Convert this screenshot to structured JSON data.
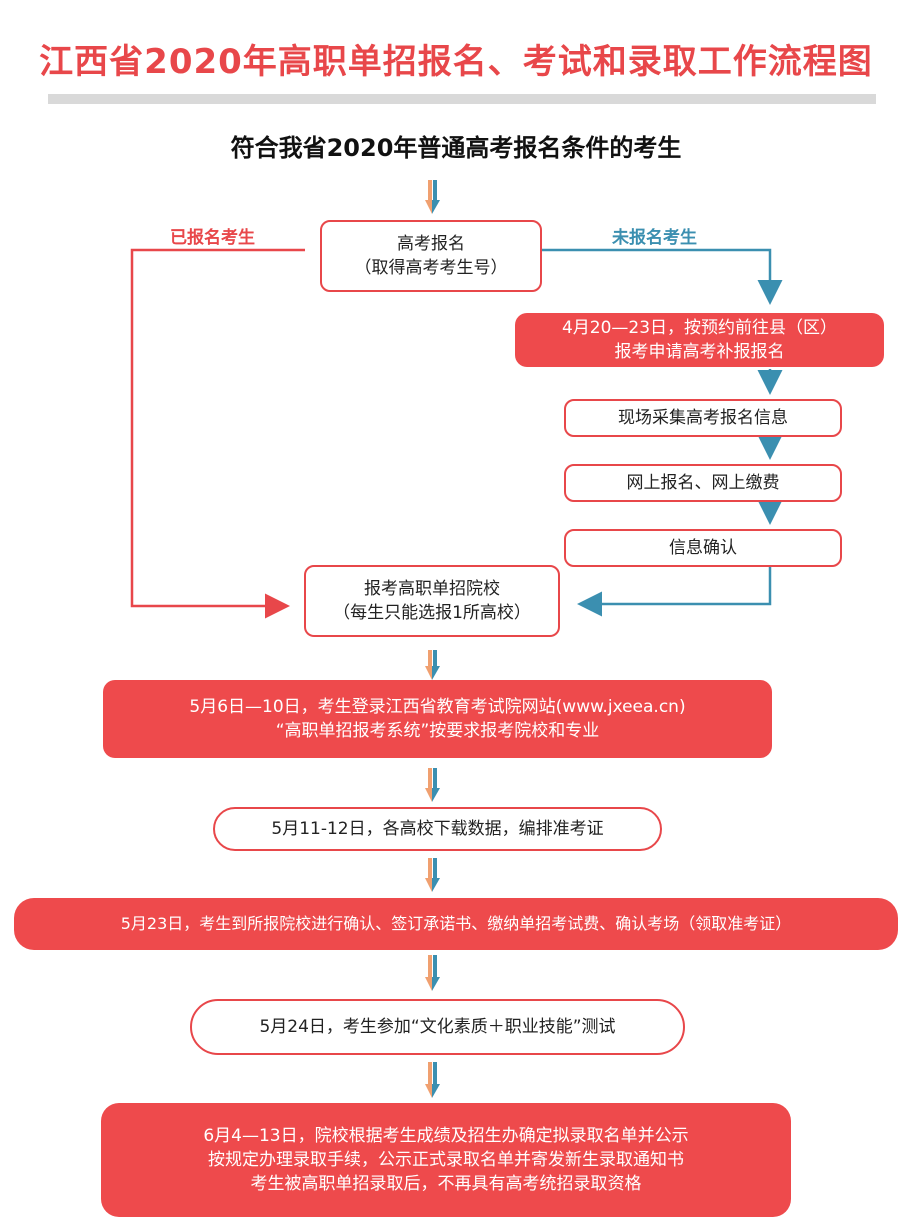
{
  "title": "江西省2020年高职单招报名、考试和录取工作流程图",
  "subtitle": "符合我省2020年普通高考报名条件的考生",
  "branch_labels": {
    "registered": "已报名考生",
    "unregistered": "未报名考生"
  },
  "steps": {
    "gaokao_register": {
      "line1": "高考报名",
      "line2": "（取得高考考生号）"
    },
    "supplement": {
      "line1": "4月20—23日，按预约前往县（区）",
      "line2": "报考申请高考补报报名"
    },
    "collect_info": {
      "line1": "现场采集高考报名信息"
    },
    "online_pay": {
      "line1": "网上报名、网上缴费"
    },
    "confirm_info": {
      "line1": "信息确认"
    },
    "apply_school": {
      "line1": "报考高职单招院校",
      "line2": "（每生只能选报1所高校）"
    },
    "may6": {
      "line1": "5月6日—10日，考生登录江西省教育考试院网站(www.jxeea.cn)",
      "line2": "“高职单招报考系统”按要求报考院校和专业"
    },
    "may11": {
      "line1": "5月11-12日，各高校下载数据，编排准考证"
    },
    "may23": {
      "line1": "5月23日，考生到所报院校进行确认、签订承诺书、缴纳单招考试费、确认考场（领取准考证）"
    },
    "may24": {
      "line1": "5月24日，考生参加“文化素质＋职业技能”测试"
    },
    "june4": {
      "line1": "6月4—13日，院校根据考生成绩及招生办确定拟录取名单并公示",
      "line2": "按规定办理录取手续，公示正式录取名单并寄发新生录取通知书",
      "line3": "考生被高职单招录取后，不再具有高考统招录取资格"
    }
  },
  "colors": {
    "accent_red": "#e8474a",
    "box_fill": "#ee4a4c",
    "flow_blue": "#3b8fb0",
    "flow_orange": "#f0a070",
    "divider_gray": "#d9d9d9"
  }
}
